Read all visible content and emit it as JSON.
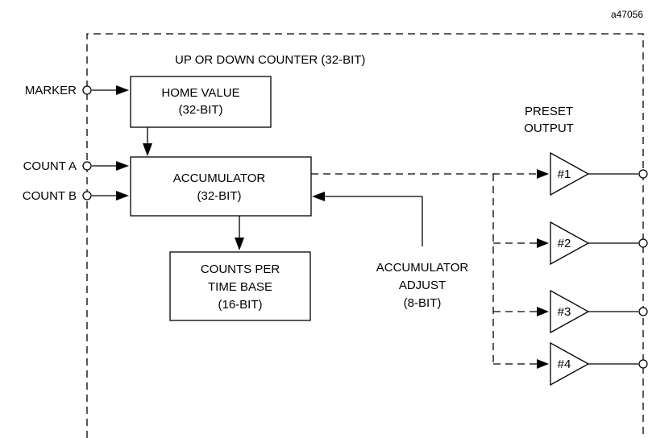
{
  "figure_id": "a47056",
  "counter_title": "UP OR DOWN COUNTER  (32-BIT)",
  "inputs": {
    "marker": "MARKER",
    "count_a": "COUNT A",
    "count_b": "COUNT B"
  },
  "blocks": {
    "home_value": {
      "line1": "HOME VALUE",
      "line2": "(32-BIT)"
    },
    "accumulator": {
      "line1": "ACCUMULATOR",
      "line2": "(32-BIT)"
    },
    "counts_per_time_base": {
      "line1": "COUNTS PER",
      "line2": "TIME BASE",
      "line3": "(16-BIT)"
    }
  },
  "accumulator_adjust": {
    "line1": "ACCUMULATOR",
    "line2": "ADJUST",
    "line3": "(8-BIT)"
  },
  "preset_output": {
    "line1": "PRESET",
    "line2": "OUTPUT",
    "items": [
      "#1",
      "#2",
      "#3",
      "#4"
    ]
  }
}
